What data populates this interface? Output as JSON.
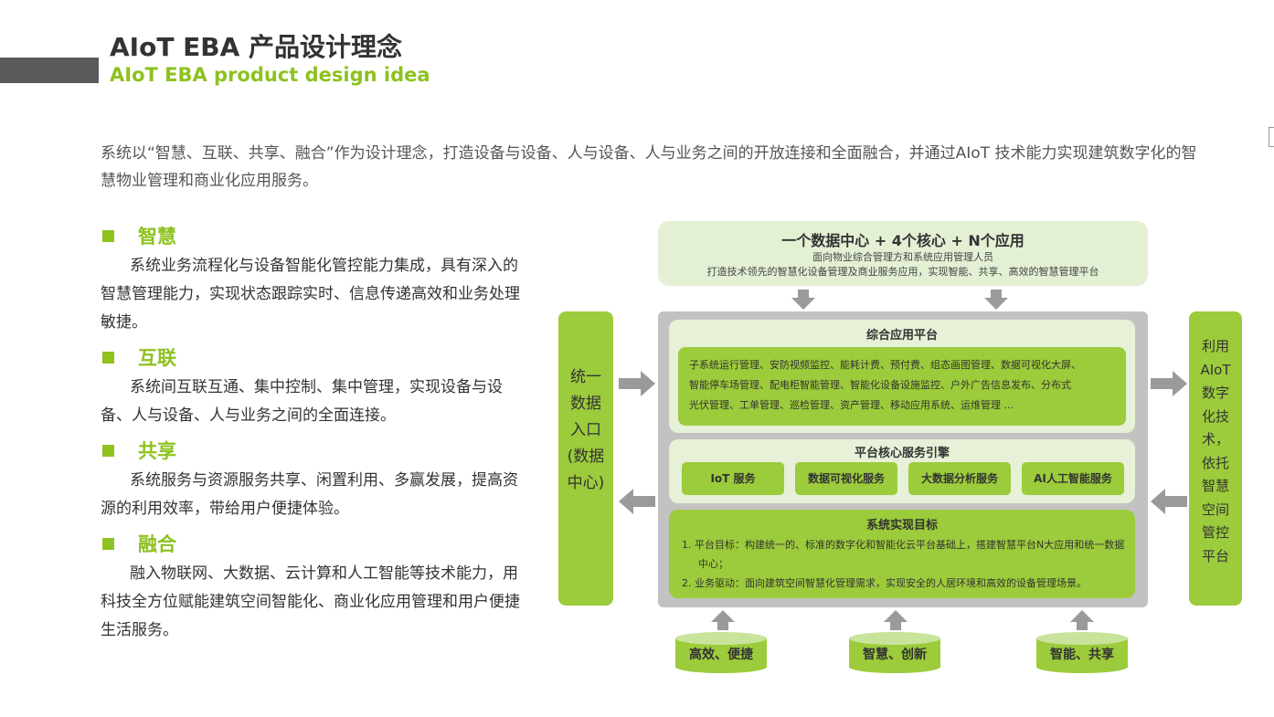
{
  "header": {
    "title_cn": "AIoT EBA 产品设计理念",
    "title_en": "AIoT EBA product design idea"
  },
  "intro": "系统以“智慧、互联、共享、融合”作为设计理念，打造设备与设备、人与设备、人与业务之间的开放连接和全面融合，并通过AIoT 技术能力实现建筑数字化的智慧物业管理和商业化应用服务。",
  "features": [
    {
      "title": "智慧",
      "text": "系统业务流程化与设备智能化管控能力集成，具有深入的智慧管理能力，实现状态跟踪实时、信息传递高效和业务处理敏捷。"
    },
    {
      "title": "互联",
      "text": "系统间互联互通、集中控制、集中管理，实现设备与设备、人与设备、人与业务之间的全面连接。"
    },
    {
      "title": "共享",
      "text": "系统服务与资源服务共享、闲置利用、多赢发展，提高资源的利用效率，带给用户便捷体验。"
    },
    {
      "title": "融合",
      "text": "融入物联网、大数据、云计算和人工智能等技术能力，用科技全方位赋能建筑空间智能化、商业化应用管理和用户便捷生活服务。"
    }
  ],
  "diagram": {
    "top": {
      "title": "一个数据中心 + 4个核心 + N个应用",
      "line1": "面向物业综合管理方和系统应用管理人员",
      "line2": "打造技术领先的智慧化设备管理及商业服务应用，实现智能、共享、高效的智慧管理平台"
    },
    "left_side": [
      "统一",
      "数据",
      "入口",
      "(数据",
      "中心)"
    ],
    "right_side": [
      "利用",
      "AIoT",
      "数字",
      "化技",
      "术，",
      "依托",
      "智慧",
      "空间",
      "管控",
      "平台"
    ],
    "app_platform": {
      "title": "综合应用平台",
      "lines": [
        "子系统运行管理、安防视频监控、能耗计费、预付费、组态画图管理、数据可视化大屏、",
        "智能停车场管理、配电柜智能管理、智能化设备设施监控、户外广告信息发布、分布式",
        "光伏管理、工单管理、巡检管理、资产管理、移动应用系统、运维管理 ..."
      ]
    },
    "core_engine": {
      "title": "平台核心服务引擎",
      "services": [
        "IoT 服务",
        "数据可视化服务",
        "大数据分析服务",
        "AI人工智能服务"
      ]
    },
    "goals": {
      "title": "系统实现目标",
      "items": [
        "1.   平台目标：构建统一的、标准的数字化和智能化云平台基础上，搭建智慧平台N大应用和统一数据中心；",
        "2.   业务驱动：面向建筑空间智慧化管理需求，实现安全的人居环境和高效的设备管理场景。"
      ]
    },
    "foundations": [
      "高效、便捷",
      "智慧、创新",
      "智能、共享"
    ],
    "colors": {
      "green": "#9ccb3b",
      "light_green": "#e3f0d4",
      "gray": "#c2c2c2",
      "arrow": "#9a9a9a",
      "accent": "#8dc21f"
    }
  }
}
